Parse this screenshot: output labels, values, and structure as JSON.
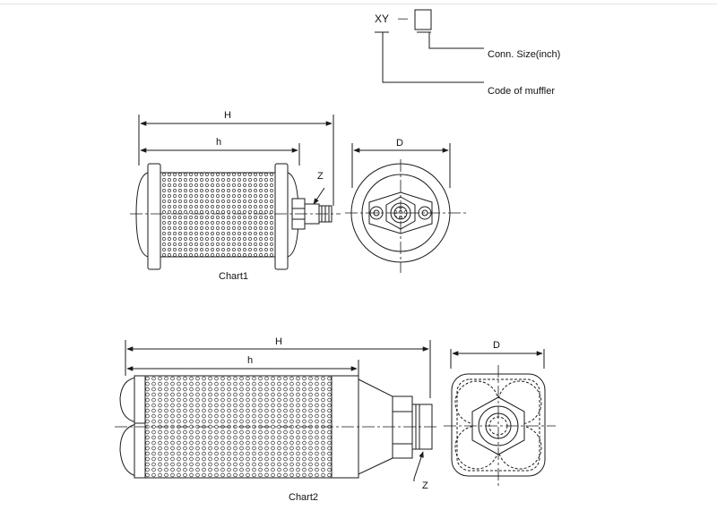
{
  "code_legend": {
    "prefix": "XY",
    "dash": "—",
    "conn_size_label": "Conn. Size(inch)",
    "code_label": "Code of muffler"
  },
  "chart1": {
    "caption": "Chart1",
    "dim_H": "H",
    "dim_h": "h",
    "dim_Z": "Z",
    "dim_D": "D"
  },
  "chart2": {
    "caption": "Chart2",
    "dim_H": "H",
    "dim_h": "h",
    "dim_Z": "Z",
    "dim_D": "D"
  },
  "colors": {
    "line": "#1a1a1a",
    "mesh": "#3a3a3a",
    "background": "#ffffff"
  }
}
